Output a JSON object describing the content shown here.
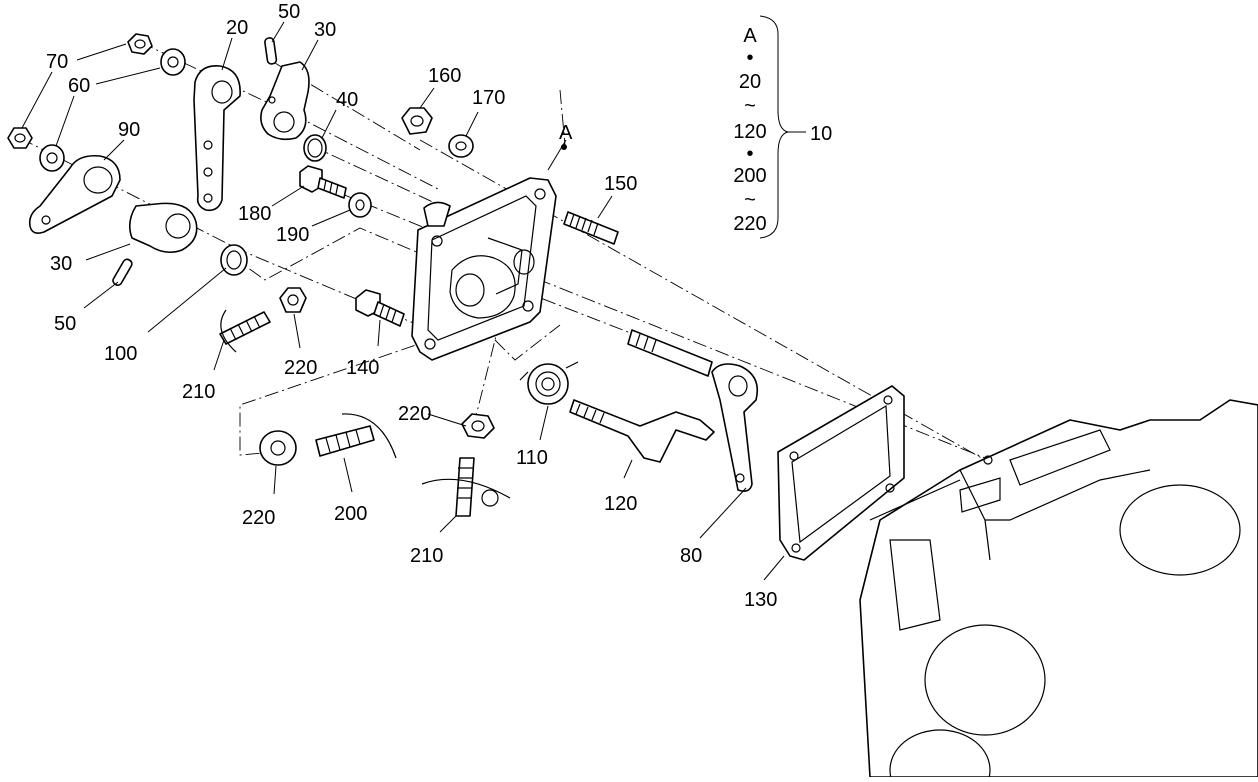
{
  "diagram": {
    "callouts": [
      {
        "id": "c70",
        "text": "70"
      },
      {
        "id": "c60",
        "text": "60"
      },
      {
        "id": "c20",
        "text": "20"
      },
      {
        "id": "c50a",
        "text": "50"
      },
      {
        "id": "c30a",
        "text": "30"
      },
      {
        "id": "c40",
        "text": "40"
      },
      {
        "id": "c90",
        "text": "90"
      },
      {
        "id": "c160",
        "text": "160"
      },
      {
        "id": "c170",
        "text": "170"
      },
      {
        "id": "cA",
        "text": "A"
      },
      {
        "id": "c150",
        "text": "150"
      },
      {
        "id": "c180",
        "text": "180"
      },
      {
        "id": "c190",
        "text": "190"
      },
      {
        "id": "c30b",
        "text": "30"
      },
      {
        "id": "c50b",
        "text": "50"
      },
      {
        "id": "c100",
        "text": "100"
      },
      {
        "id": "c220a",
        "text": "220"
      },
      {
        "id": "c140",
        "text": "140"
      },
      {
        "id": "c210a",
        "text": "210"
      },
      {
        "id": "c220b",
        "text": "220"
      },
      {
        "id": "c220c",
        "text": "220"
      },
      {
        "id": "c200",
        "text": "200"
      },
      {
        "id": "c110",
        "text": "110"
      },
      {
        "id": "c120",
        "text": "120"
      },
      {
        "id": "c210b",
        "text": "210"
      },
      {
        "id": "c80",
        "text": "80"
      },
      {
        "id": "c130",
        "text": "130"
      }
    ],
    "kit_legend": {
      "items": [
        "A",
        "20",
        "120",
        "200",
        "220"
      ],
      "separators": [
        "•",
        "~",
        "•",
        "~"
      ],
      "kit_number": "10"
    }
  }
}
